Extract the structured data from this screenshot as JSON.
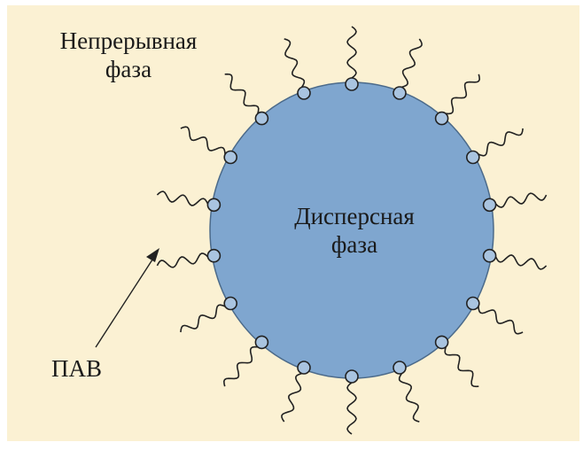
{
  "labels": {
    "continuous_phase": [
      "Непрерывная",
      "фаза"
    ],
    "dispersed_phase": [
      "Дисперсная",
      "фаза"
    ],
    "surfactant": "ПАВ"
  },
  "colors": {
    "background": "#fbf1d3",
    "droplet_fill": "#7fa6cf",
    "droplet_stroke": "#4b6a8a",
    "head_fill": "#a9c4e0",
    "line": "#222222"
  },
  "diagram": {
    "surfactant_molecule_count": 18,
    "pointer_icon": "arrow-icon"
  }
}
